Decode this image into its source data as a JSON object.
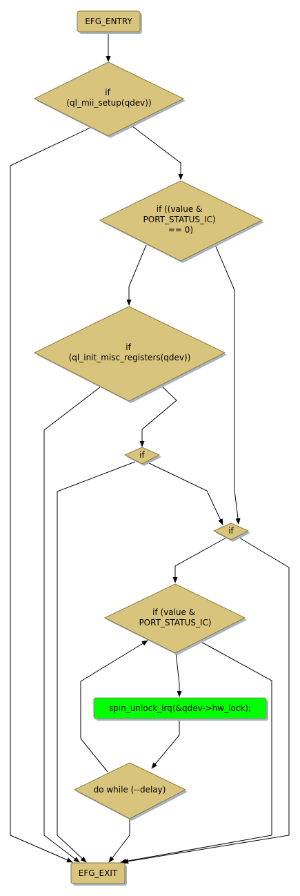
{
  "colors": {
    "node_fill": "#d9c47d",
    "node_stroke": "#8a7a3c",
    "highlight_fill": "#00ff00",
    "highlight_stroke": "#7a9a6a",
    "shadow": "#a7b3c4",
    "edge": "#000000"
  },
  "nodes": {
    "entry": {
      "lines": [
        "EFG_ENTRY"
      ]
    },
    "mii_setup": {
      "lines": [
        "if",
        "(ql_mii_setup(qdev))"
      ]
    },
    "port_status_zero": {
      "lines": [
        "if ((value &",
        "PORT_STATUS_IC)",
        "== 0)"
      ]
    },
    "init_misc": {
      "lines": [
        "if",
        "(ql_init_misc_registers(qdev))"
      ]
    },
    "small_if_1": {
      "lines": [
        "if"
      ]
    },
    "small_if_2": {
      "lines": [
        "if"
      ]
    },
    "port_status_ic": {
      "lines": [
        "if (value &",
        "PORT_STATUS_IC)"
      ]
    },
    "spin_unlock": {
      "lines": [
        "spin_unlock_irq(&qdev->hw_lock);"
      ]
    },
    "do_while": {
      "lines": [
        "do while (--delay)"
      ]
    },
    "exit": {
      "lines": [
        "EFG_EXIT"
      ]
    }
  }
}
